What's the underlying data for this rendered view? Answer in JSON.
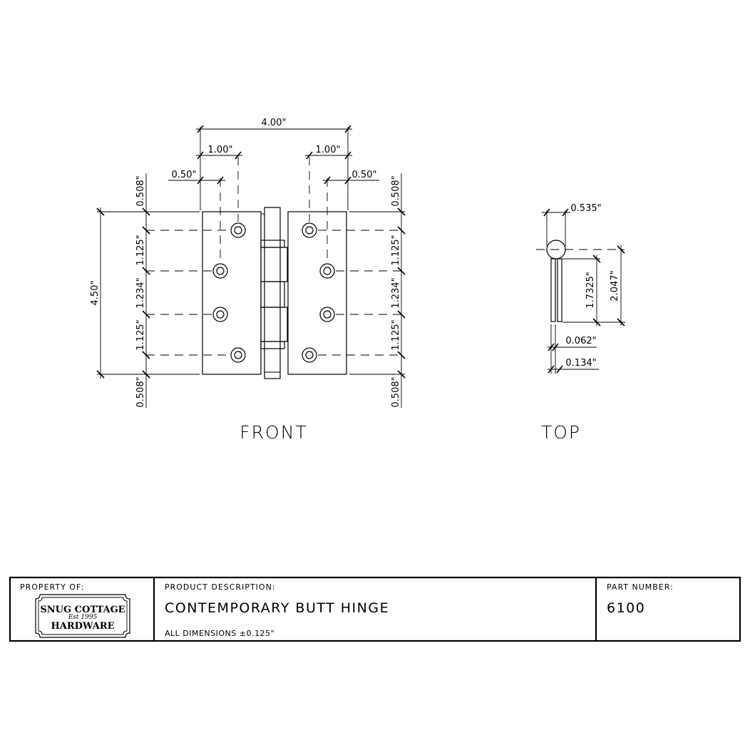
{
  "views": {
    "front_label": "FRONT",
    "top_label": "TOP"
  },
  "dimensions": {
    "overall_width": "4.00\"",
    "hole_offset_left": "1.00\"",
    "hole_offset_right": "1.00\"",
    "edge_offset_left": "0.50\"",
    "edge_offset_right": "0.50\"",
    "overall_height": "4.50\"",
    "left_chain": [
      "0.508\"",
      "1.125\"",
      "1.234\"",
      "1.125\"",
      "0.508\""
    ],
    "right_chain": [
      "0.508\"",
      "1.125\"",
      "1.234\"",
      "1.125\"",
      "0.508\""
    ],
    "knuckle_diameter": "0.535\"",
    "leaf_length": "1.7325\"",
    "open_width": "2.047\"",
    "leaf_thickness": "0.062\"",
    "closed_thickness": "0.134\""
  },
  "title_block": {
    "property_label": "PROPERTY OF:",
    "logo_line1": "SNUG COTTAGE",
    "logo_line2": "Est 1995",
    "logo_line3": "HARDWARE",
    "description_label": "PRODUCT DESCRIPTION:",
    "description": "CONTEMPORARY BUTT HINGE",
    "tolerance_note": "ALL DIMENSIONS ±0.125\"",
    "part_number_label": "PART NUMBER:",
    "part_number": "6100"
  }
}
